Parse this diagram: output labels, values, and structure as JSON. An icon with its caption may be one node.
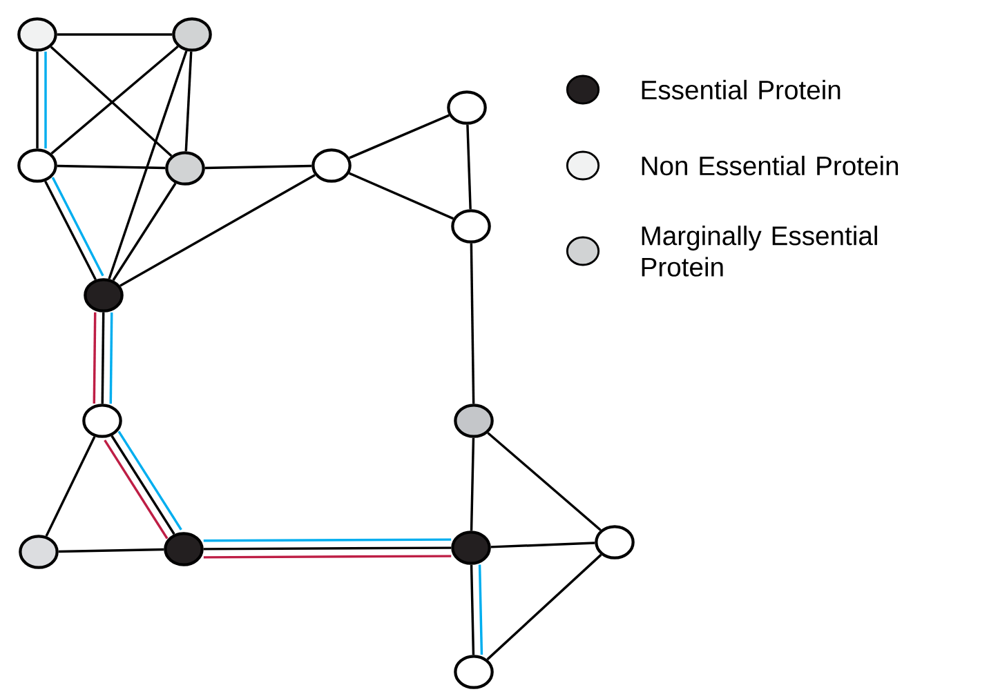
{
  "diagram": {
    "nodes": [
      {
        "text": [],
        "shape": "circle"
      },
      {
        "text": [],
        "shape": "circle"
      },
      {
        "text": [],
        "shape": "circle"
      },
      {
        "text": [],
        "shape": "circle"
      },
      {
        "text": [],
        "shape": "circle"
      },
      {
        "text": [],
        "shape": "circle"
      },
      {
        "text": [],
        "shape": "circle"
      },
      {
        "text": [],
        "shape": "circle"
      },
      {
        "text": [],
        "shape": "circle"
      },
      {
        "text": [],
        "shape": "circle"
      },
      {
        "text": [],
        "shape": "circle"
      },
      {
        "text": [],
        "shape": "circle"
      },
      {
        "text": [],
        "shape": "circle"
      },
      {
        "text": [],
        "shape": "circle"
      },
      {
        "text": [],
        "shape": "circle"
      }
    ],
    "edges": [
      {
        "from": 0,
        "to": 1,
        "arrow": "none"
      },
      {
        "from": 0,
        "to": 2,
        "arrow": "none"
      },
      {
        "from": 0,
        "to": 3,
        "arrow": "none"
      },
      {
        "from": 1,
        "to": 2,
        "arrow": "none"
      },
      {
        "from": 1,
        "to": 3,
        "arrow": "none"
      },
      {
        "from": 1,
        "to": 7,
        "arrow": "none"
      },
      {
        "from": 2,
        "to": 3,
        "arrow": "none"
      },
      {
        "from": 2,
        "to": 7,
        "arrow": "none"
      },
      {
        "from": 3,
        "to": 7,
        "arrow": "none"
      },
      {
        "from": 3,
        "to": 4,
        "arrow": "none"
      },
      {
        "from": 4,
        "to": 5,
        "arrow": "none"
      },
      {
        "from": 4,
        "to": 6,
        "arrow": "none"
      },
      {
        "from": 5,
        "to": 6,
        "arrow": "none"
      },
      {
        "from": 4,
        "to": 7,
        "arrow": "none"
      },
      {
        "from": 6,
        "to": 9,
        "arrow": "none"
      },
      {
        "from": 7,
        "to": 8,
        "arrow": "none"
      },
      {
        "from": 8,
        "to": 10,
        "arrow": "none"
      },
      {
        "from": 8,
        "to": 11,
        "arrow": "none"
      },
      {
        "from": 10,
        "to": 11,
        "arrow": "none"
      },
      {
        "from": 11,
        "to": 12,
        "arrow": "none"
      },
      {
        "from": 9,
        "to": 12,
        "arrow": "none"
      },
      {
        "from": 9,
        "to": 13,
        "arrow": "none"
      },
      {
        "from": 12,
        "to": 13,
        "arrow": "none"
      },
      {
        "from": 12,
        "to": 14,
        "arrow": "none"
      },
      {
        "from": 13,
        "to": 14,
        "arrow": "none"
      },
      {
        "from": 0,
        "to": 2,
        "arrow": "none",
        "color": "#00aeef"
      },
      {
        "from": 2,
        "to": 7,
        "arrow": "none",
        "color": "#00aeef"
      },
      {
        "from": 7,
        "to": 8,
        "arrow": "none",
        "color": "#00aeef"
      },
      {
        "from": 8,
        "to": 11,
        "arrow": "none",
        "color": "#00aeef"
      },
      {
        "from": 11,
        "to": 12,
        "arrow": "none",
        "color": "#00aeef"
      },
      {
        "from": 12,
        "to": 14,
        "arrow": "none",
        "color": "#00aeef"
      },
      {
        "from": 7,
        "to": 8,
        "arrow": "none",
        "color": "#be1e45"
      },
      {
        "from": 8,
        "to": 11,
        "arrow": "none",
        "color": "#be1e45"
      },
      {
        "from": 11,
        "to": 12,
        "arrow": "none",
        "color": "#be1e45"
      }
    ],
    "legend": [
      {
        "text": "Essential Protein",
        "color": "#231f20"
      },
      {
        "text": "Non Essential Protein",
        "color": "#f1f2f2"
      },
      {
        "text": "Marginally Essential Protein",
        "color": "#d1d3d4"
      }
    ]
  }
}
